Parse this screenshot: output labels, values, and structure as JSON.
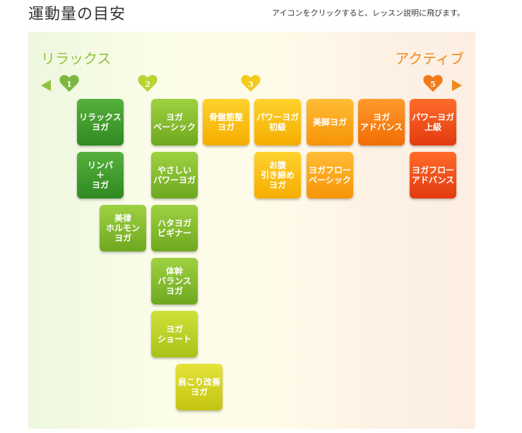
{
  "page_title": "運動量の目安",
  "note": "アイコンをクリックすると、レッスン説明に飛びます。",
  "scale": {
    "left_label": "リラックス",
    "right_label": "アクティブ",
    "levels": [
      "1",
      "2",
      "3",
      "5"
    ]
  },
  "colors": {
    "relax": "#8fc33d",
    "active": "#f08a1c",
    "arrow_left": "#8fc33d",
    "arrow_right": "#f08a1c"
  },
  "lessons": [
    {
      "label": "リラックス\nヨガ"
    },
    {
      "label": "リンパ\n＋\nヨガ"
    },
    {
      "label": "美律\nホルモン\nヨガ"
    },
    {
      "label": "ヨガ\nベーシック"
    },
    {
      "label": "やさしい\nパワーヨガ"
    },
    {
      "label": "ハタヨガ\nビギナー"
    },
    {
      "label": "体幹\nバランス\nヨガ"
    },
    {
      "label": "ヨガ\nショート"
    },
    {
      "label": "肩こり改善\nヨガ"
    },
    {
      "label": "骨盤筋整\nヨガ"
    },
    {
      "label": "パワーヨガ\n初級"
    },
    {
      "label": "お腹\n引き締め\nヨガ"
    },
    {
      "label": "美脚ヨガ"
    },
    {
      "label": "ヨガフロー\nベーシック"
    },
    {
      "label": "ヨガ\nアドバンス"
    },
    {
      "label": "パワーヨガ\n上級"
    },
    {
      "label": "ヨガフロー\nアドバンス"
    }
  ]
}
